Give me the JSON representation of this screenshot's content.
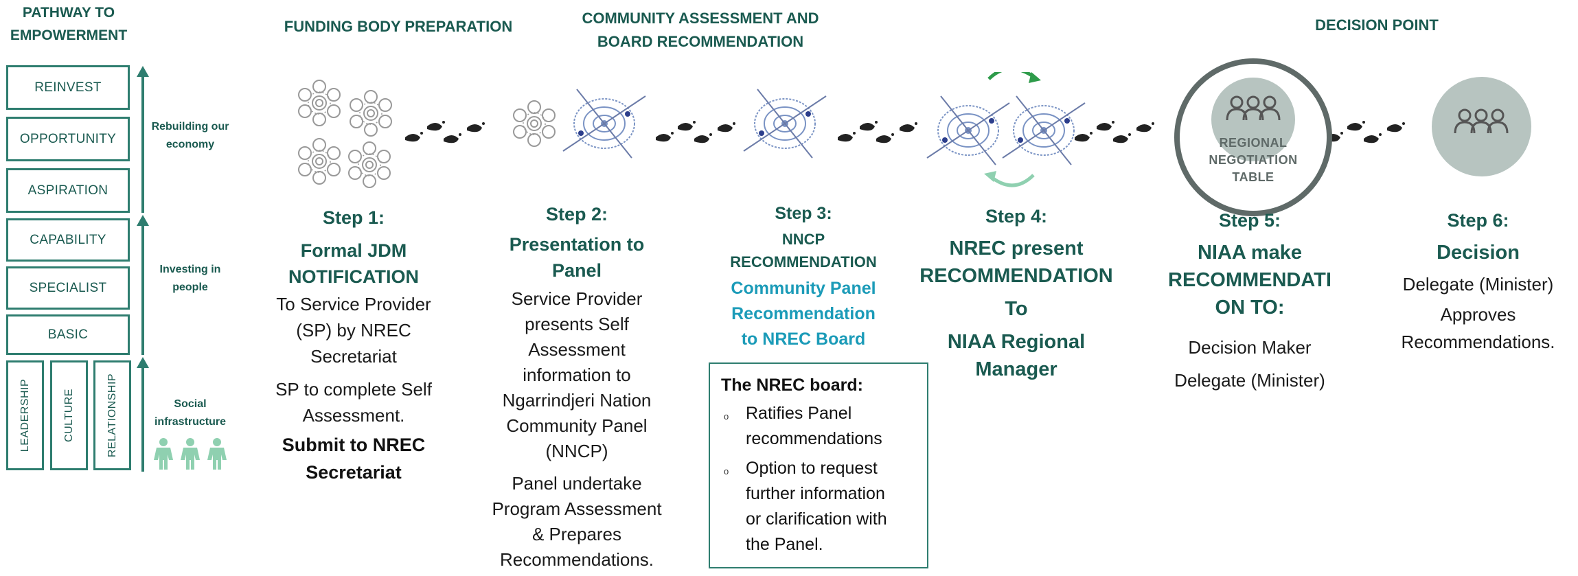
{
  "pathway": {
    "title": [
      "PATHWAY TO",
      "EMPOWERMENT"
    ],
    "levels": [
      "REINVEST",
      "OPPORTUNITY",
      "ASPIRATION",
      "CAPABILITY",
      "SPECIALIST",
      "BASIC"
    ],
    "foundations": [
      "LEADERSHIP",
      "CULTURE",
      "RELATIONSHIP"
    ],
    "side_labels": {
      "economy": [
        "Rebuilding our",
        "economy"
      ],
      "people": [
        "Investing in",
        "people"
      ],
      "infra": [
        "Social",
        "infrastructure"
      ]
    }
  },
  "phases": {
    "funding": "FUNDING BODY PREPARATION",
    "community": [
      "COMMUNITY ASSESSMENT AND",
      "BOARD RECOMMENDATION"
    ],
    "decision": "DECISION POINT"
  },
  "rnt": [
    "REGIONAL",
    "NEGOTIATION",
    "TABLE"
  ],
  "steps": {
    "s1": {
      "label": "Step 1:",
      "title": [
        "Formal JDM",
        "NOTIFICATION"
      ],
      "body1": [
        "To Service Provider",
        "(SP) by NREC",
        "Secretariat"
      ],
      "body2": [
        "SP to complete Self",
        "Assessment."
      ],
      "bold": [
        "Submit to NREC",
        "Secretariat"
      ]
    },
    "s2": {
      "label": "Step 2:",
      "title": [
        "Presentation to",
        "Panel"
      ],
      "body1": [
        "Service Provider",
        "presents Self",
        "Assessment",
        "information to",
        "Ngarrindjeri Nation",
        "Community Panel",
        "(NNCP)"
      ],
      "body2": [
        "Panel undertake",
        "Program Assessment",
        "& Prepares",
        "Recommendations."
      ]
    },
    "s3": {
      "label": "Step 3:",
      "title": [
        "NNCP",
        "RECOMMENDATION"
      ],
      "cyan": [
        "Community Panel",
        "Recommendation",
        "to NREC Board"
      ],
      "box_title": "The NREC board:",
      "box_items": [
        [
          "Ratifies Panel",
          "recommendations"
        ],
        [
          "Option to request",
          "further information",
          "or clarification with",
          "the Panel."
        ]
      ]
    },
    "s4": {
      "label": "Step 4:",
      "title": [
        "NREC present",
        "RECOMMENDATION",
        "To",
        "NIAA Regional",
        "Manager"
      ]
    },
    "s5": {
      "label": "Step 5:",
      "title": [
        "NIAA make",
        "RECOMMENDATI",
        "ON TO:"
      ],
      "body": [
        "Decision Maker",
        "Delegate (Minister)"
      ]
    },
    "s6": {
      "label": "Step 6:",
      "title": "Decision",
      "body": [
        "Delegate (Minister)",
        "Approves",
        "Recommendations."
      ]
    }
  },
  "colors": {
    "teal": "#1a5a50",
    "teal_line": "#2e7d6f",
    "cyan": "#1b9bb8",
    "grey_circle": "#b7c4c0",
    "green_arrow": "#2e9b4a",
    "light_green": "#8fd0b0"
  },
  "icons": [
    "footprints-icon",
    "dot-circle-flower-icon",
    "shield-spear-icon",
    "people-group-icon",
    "cycle-arrow-icon",
    "person-figure-icon"
  ]
}
